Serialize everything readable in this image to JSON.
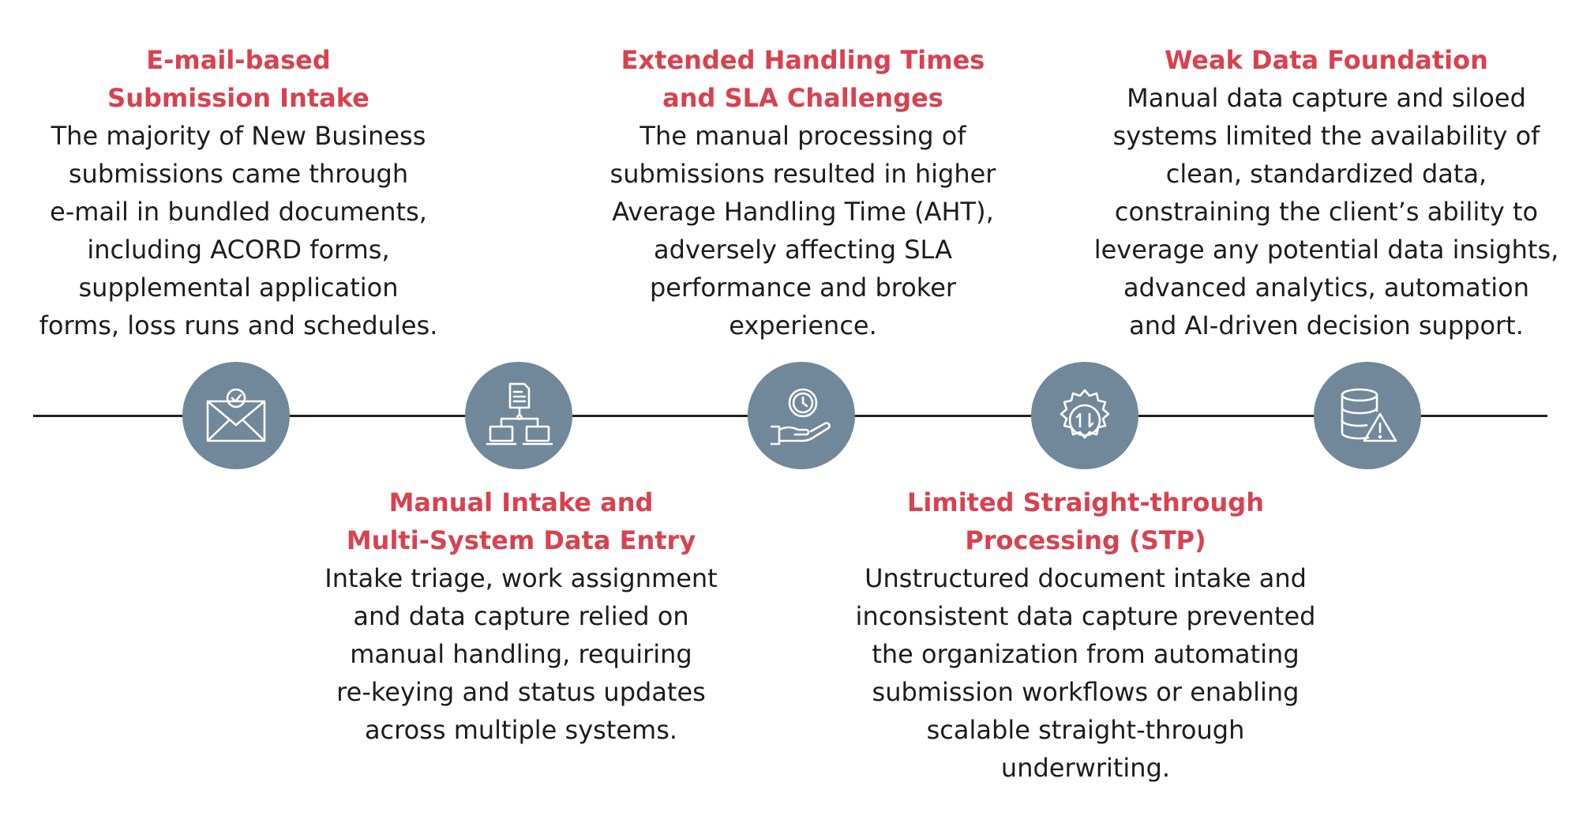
{
  "colors": {
    "accent": "#d9414e",
    "node": "#71889a",
    "line": "#222222",
    "text": "#1c1c1c"
  },
  "stages": [
    {
      "title": "E-mail-based\nSubmission Intake",
      "description": "The majority of New Business\nsubmissions came through\ne-mail in bundled documents,\nincluding ACORD forms,\nsupplemental application\nforms, loss runs and schedules.",
      "icon": "envelope-check-icon"
    },
    {
      "title": "Manual Intake and\nMulti-System Data Entry",
      "description": "Intake triage, work assignment\nand data capture relied on\nmanual handling, requiring\nre-keying and status updates\nacross multiple systems.",
      "icon": "document-network-icon"
    },
    {
      "title": "Extended Handling Times\nand SLA Challenges",
      "description": "The manual processing of\nsubmissions resulted in higher\nAverage Handling Time (AHT),\nadversely affecting SLA\nperformance and broker\nexperience.",
      "icon": "hand-clock-icon"
    },
    {
      "title": "Limited Straight-through\nProcessing (STP)",
      "description": "Unstructured document intake and\ninconsistent data capture prevented\nthe organization from automating\nsubmission workflows or enabling\nscalable straight-through\nunderwriting.",
      "icon": "gear-arrows-icon"
    },
    {
      "title": "Weak Data Foundation",
      "description": "Manual data capture and siloed\nsystems limited the availability of\nclean, standardized data,\nconstraining the client’s ability to\nleverage any potential data insights,\nadvanced analytics, automation\nand AI-driven decision support.",
      "icon": "database-warning-icon"
    }
  ]
}
